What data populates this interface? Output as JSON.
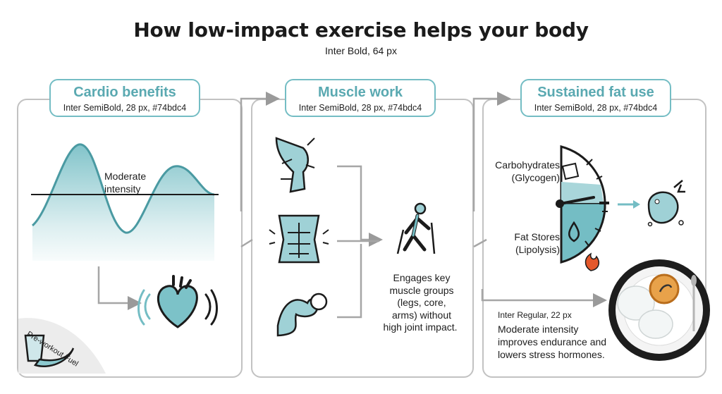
{
  "title": "How low-impact exercise helps your body",
  "subtitle": "Inter Bold, 64 px",
  "colors": {
    "accent": "#74bdc4",
    "dark": "#1b1b1b",
    "frame": "#c2c2c2",
    "flame": "#e4582b"
  },
  "panels": [
    {
      "title": "Cardio benefits",
      "subtitle": "Inter SemiBold, 28 px, #74bdc4"
    },
    {
      "title": "Muscle work",
      "subtitle": "Inter SemiBold, 28 px, #74bdc4"
    },
    {
      "title": "Sustained fat use",
      "subtitle": "Inter SemiBold, 28 px, #74bdc4"
    }
  ],
  "cardio": {
    "intensity_line1": "Moderate",
    "intensity_line2": "intensity",
    "fuel_label": "Pre-workout Fuel",
    "icons": [
      "wave-chart",
      "heart-icon",
      "banana-icon",
      "glass-icon"
    ]
  },
  "muscle": {
    "caption": [
      "Engages key",
      "muscle groups",
      "(legs, core,",
      "arms) without",
      "high joint impact."
    ],
    "icons": [
      "leg-icon",
      "abs-icon",
      "arm-icon",
      "walker-icon"
    ]
  },
  "fat": {
    "carb_line1": "Carbohydrates",
    "carb_line2": "(Glycogen)",
    "fat_line1": "Fat Stores",
    "fat_line2": "(Lipolysis)",
    "note_spec": "Inter Regular, 22 px",
    "note": [
      "Moderate intensity",
      "improves endurance and",
      "lowers stress hormones."
    ],
    "icons": [
      "gauge-icon",
      "flame-icon",
      "drop-icon",
      "fat-cell-icon",
      "plate-icon"
    ]
  }
}
